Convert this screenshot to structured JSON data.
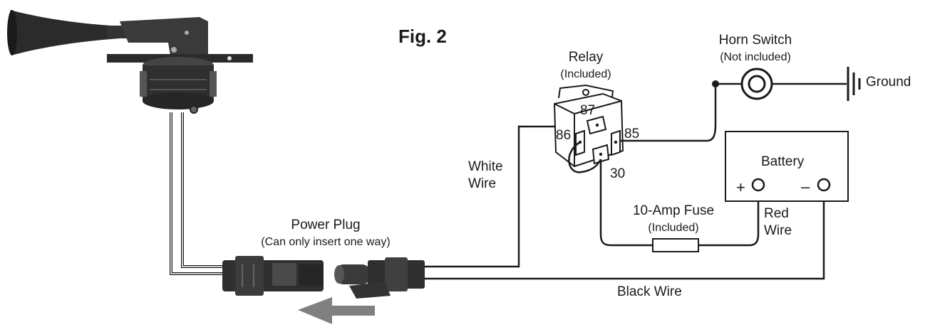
{
  "figure": {
    "title": "Fig. 2"
  },
  "labels": {
    "horn_switch": "Horn Switch",
    "horn_switch_note": "(Not included)",
    "ground": "Ground",
    "relay": "Relay",
    "relay_note": "(Included)",
    "terminal_87": "87",
    "terminal_86": "86",
    "terminal_85": "85",
    "terminal_30": "30",
    "battery": "Battery",
    "plus": "+",
    "minus": "–",
    "white_wire_line1": "White",
    "white_wire_line2": "Wire",
    "fuse": "10-Amp Fuse",
    "fuse_note": "(Included)",
    "red_wire_line1": "Red",
    "red_wire_line2": "Wire",
    "power_plug": "Power Plug",
    "power_plug_note": "(Can only insert one way)",
    "black_wire": "Black Wire"
  },
  "colors": {
    "wire": "#1a1a1a",
    "arrow": "#808080",
    "horn": "#2b2b2b"
  }
}
